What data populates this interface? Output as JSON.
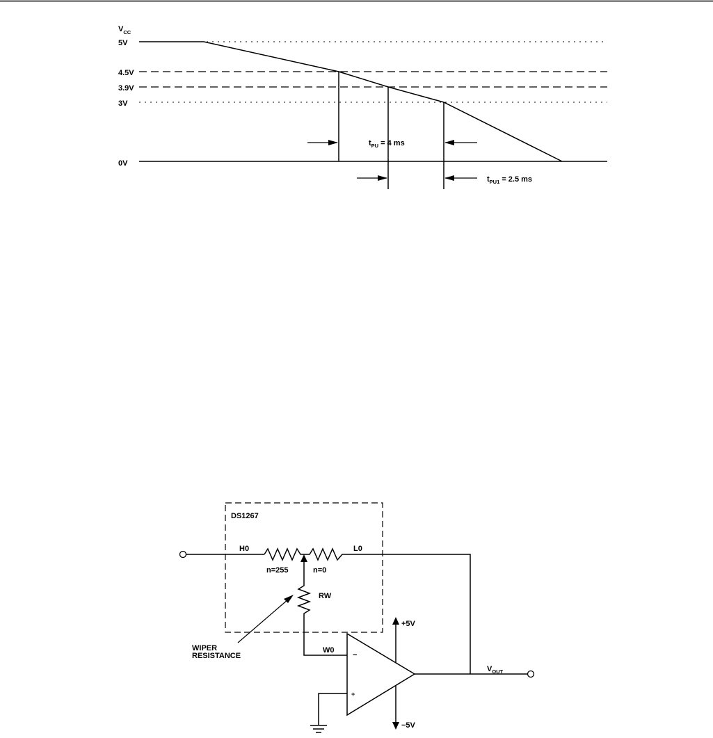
{
  "timing": {
    "axis_label": {
      "main": "V",
      "sub": "CC"
    },
    "levels": [
      {
        "label": "5V"
      },
      {
        "label": "4.5V"
      },
      {
        "label": "3.9V"
      },
      {
        "label": "3V"
      },
      {
        "label": "0V"
      }
    ],
    "tpu": {
      "prefix": "t",
      "sub": "PU",
      "suffix": " = 4 ms"
    },
    "tpu1": {
      "prefix": "t",
      "sub": "PU1",
      "suffix": " = 2.5 ms"
    }
  },
  "circuit": {
    "chip_label": "DS1267",
    "h0": "H0",
    "l0": "L0",
    "w0": "W0",
    "rw": "RW",
    "n255": "n=255",
    "n0": "n=0",
    "wiper_line1": "WIPER",
    "wiper_line2": "RESISTANCE",
    "vplus": "+5V",
    "vminus": "−5V",
    "opamp_minus": "−",
    "opamp_plus": "+",
    "vout": {
      "main": "V",
      "sub": "OUT"
    }
  }
}
